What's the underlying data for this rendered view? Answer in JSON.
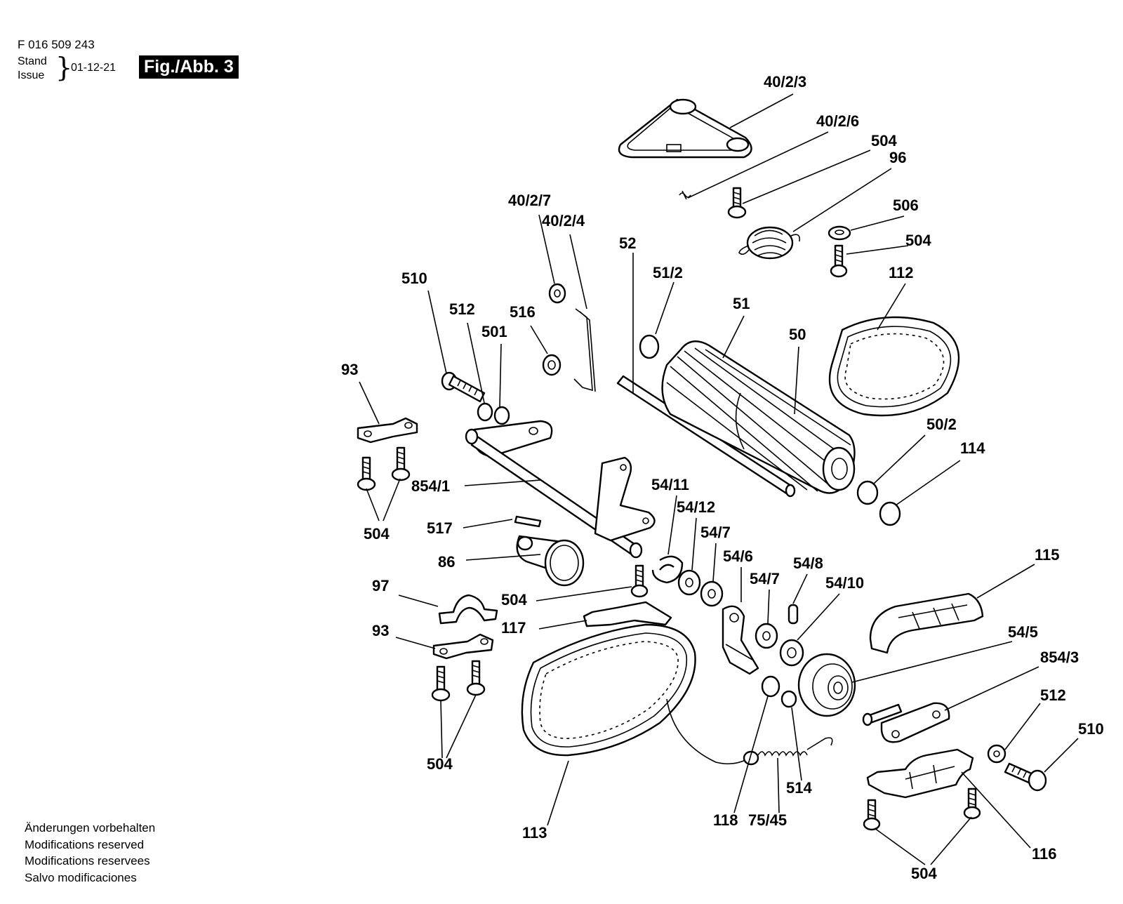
{
  "header": {
    "doc_number": "F 016 509 243",
    "stand_label": "Stand",
    "issue_label": "Issue",
    "issue_date": "01-12-21",
    "figure_label": "Fig./Abb. 3"
  },
  "notes": [
    "Änderungen vorbehalten",
    "Modifications reserved",
    "Modifications reservees",
    "Salvo modificaciones"
  ],
  "parts": {
    "p_40_2_3": "40/2/3",
    "p_40_2_6": "40/2/6",
    "p_504_a": "504",
    "p_96": "96",
    "p_506": "506",
    "p_504_b": "504",
    "p_112": "112",
    "p_40_2_7": "40/2/7",
    "p_40_2_4": "40/2/4",
    "p_52": "52",
    "p_51_2": "51/2",
    "p_51": "51",
    "p_50": "50",
    "p_510_a": "510",
    "p_512_a": "512",
    "p_516": "516",
    "p_501": "501",
    "p_93_a": "93",
    "p_504_c": "504",
    "p_854_1": "854/1",
    "p_517": "517",
    "p_86": "86",
    "p_50_2": "50/2",
    "p_114": "114",
    "p_54_11": "54/11",
    "p_54_12": "54/12",
    "p_54_7_a": "54/7",
    "p_54_6": "54/6",
    "p_54_8": "54/8",
    "p_54_7_b": "54/7",
    "p_54_10": "54/10",
    "p_115": "115",
    "p_97": "97",
    "p_504_d": "504",
    "p_117": "117",
    "p_93_b": "93",
    "p_54_5": "54/5",
    "p_854_3": "854/3",
    "p_512_b": "512",
    "p_510_b": "510",
    "p_504_e": "504",
    "p_113": "113",
    "p_514": "514",
    "p_118": "118",
    "p_75_45": "75/45",
    "p_116": "116",
    "p_504_f": "504"
  }
}
